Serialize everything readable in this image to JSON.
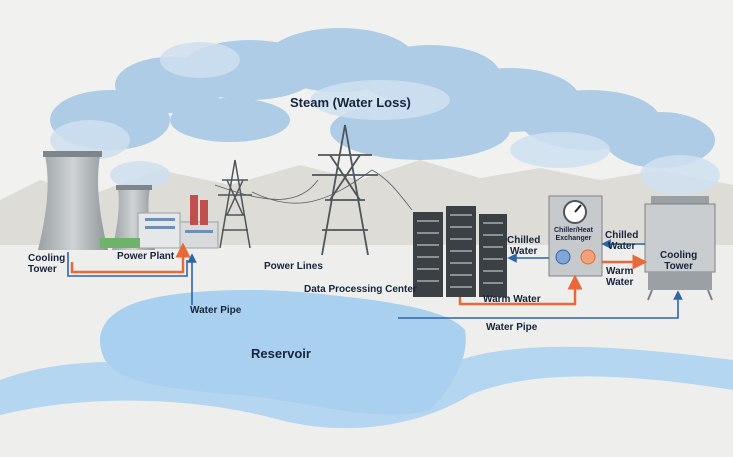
{
  "diagram": {
    "labels": {
      "steam": "Steam (Water Loss)",
      "cooling_tower_left": "Cooling\nTower",
      "power_plant": "Power Plant",
      "water_pipe_left": "Water Pipe",
      "power_lines": "Power Lines",
      "data_center": "Data Processing Center",
      "chilled_water_left": "Chilled\nWater",
      "chiller": "Chiller/Heat\nExchanger",
      "chilled_water_right": "Chilled\nWater",
      "warm_water_right": "Warm\nWater",
      "cooling_tower_right": "Cooling\nTower",
      "warm_water_bottom": "Warm Water",
      "water_pipe_right": "Water Pipe",
      "reservoir": "Reservoir"
    },
    "colors": {
      "steam": "#a8c8e6",
      "steam_light": "#cfe0f0",
      "ground": "#eeefec",
      "hills": "#dedcd6",
      "reservoir": "#a9d0ee",
      "river": "#b5d6f0",
      "pipe_warm": "#e8683a",
      "pipe_cool": "#2e64a8",
      "text": "#16243d"
    }
  }
}
